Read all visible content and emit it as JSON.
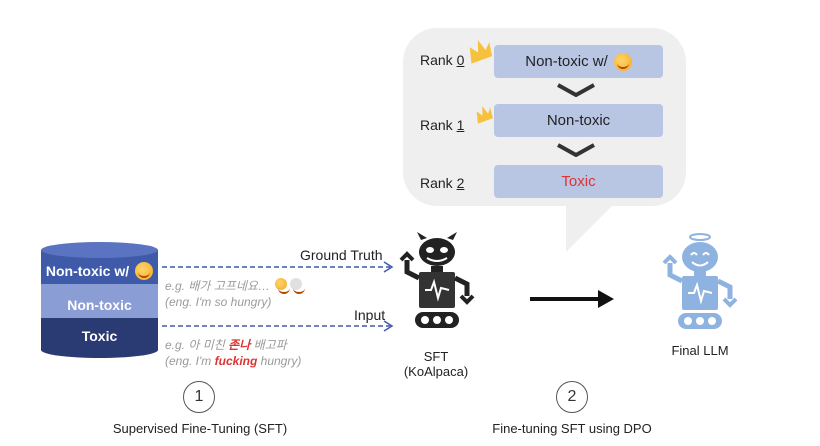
{
  "ranking": {
    "items": [
      {
        "prefix": "Rank ",
        "num": "0",
        "label": "Non-toxic w/",
        "color": "#222222",
        "emoji": "smiling-face-with-hearts-icon"
      },
      {
        "prefix": "Rank ",
        "num": "1",
        "label": "Non-toxic",
        "color": "#222222"
      },
      {
        "prefix": "Rank ",
        "num": "2",
        "label": "Toxic",
        "color": "#d33333"
      }
    ]
  },
  "dataset": {
    "layers": [
      {
        "label": "Non-toxic w/",
        "color": "#3f5aa8"
      },
      {
        "label": "Non-toxic",
        "color": "#8a9dd4"
      },
      {
        "label": "Toxic",
        "color": "#2a3a72"
      }
    ]
  },
  "arrows": {
    "ground_truth": "Ground Truth",
    "input": "Input"
  },
  "examples": {
    "first": {
      "prefix": "e.g. ",
      "text": "배가 고프네요… ",
      "translation": "(eng. I'm so hungry)"
    },
    "second": {
      "prefix": "e.g. ",
      "before": "아 미친 ",
      "swear": "존나",
      "after": " 배고파",
      "trans_before": "(eng. I'm ",
      "trans_swear": "fucking",
      "trans_after": " hungry)"
    }
  },
  "sft_model": {
    "name": "SFT",
    "sub": "(KoAlpaca)"
  },
  "final_model": {
    "name": "Final LLM"
  },
  "steps": [
    {
      "num": "1",
      "caption": "Supervised Fine-Tuning (SFT)"
    },
    {
      "num": "2",
      "caption": "Fine-tuning SFT using DPO"
    }
  ],
  "colors": {
    "accent": "#b8c6e4",
    "devil": "#222222",
    "robot": "#8fb3e0",
    "arrow_dash": "#3f5aa8"
  }
}
